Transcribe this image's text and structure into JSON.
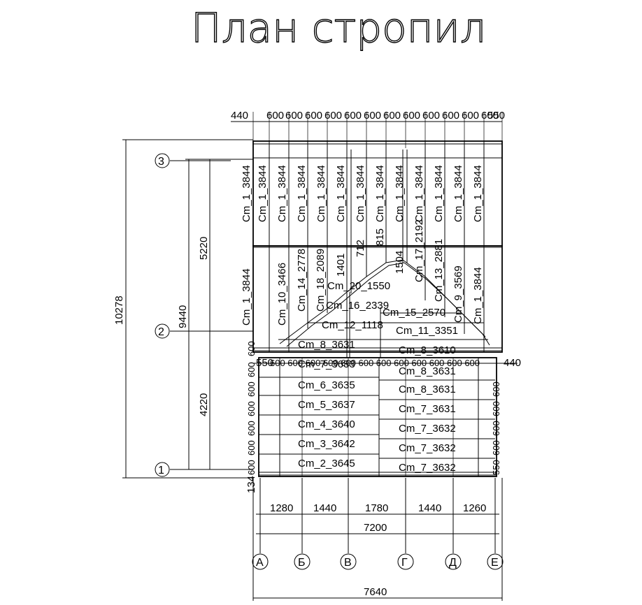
{
  "title": "План стропил",
  "top_dims": [
    "440",
    "600",
    "600",
    "600",
    "600",
    "600",
    "600",
    "600",
    "600",
    "600",
    "600",
    "600",
    "600",
    "600",
    "550"
  ],
  "mid_dims_right": "440",
  "mid_dims_left": "550",
  "overall_dims": {
    "height_total": "10278",
    "height_94": "9440",
    "height_upper": "5220",
    "height_lower": "4220",
    "offset": "134",
    "width_inner": "7200",
    "width_total": "7640",
    "spans": [
      "1280",
      "1440",
      "1780",
      "1440",
      "1260"
    ]
  },
  "row_axes": [
    "3",
    "2",
    "1"
  ],
  "col_axes": [
    "А",
    "Б",
    "В",
    "Г",
    "Д",
    "Е"
  ],
  "upper_rafters": [
    "Cm_1_3844",
    "Cm_1_3844",
    "Cm_1_3844",
    "Cm_1_3844",
    "Cm_1_3844",
    "Cm_1_3844",
    "Cm_1_3844",
    "Cm_1_3844",
    "Cm_1_3844",
    "Cm_1_3844",
    "Cm_1_3844",
    "Cm_1_3844",
    "Cm_1_3844"
  ],
  "middle_labels": {
    "c10": "Cm_10_3466",
    "c14": "Cm_14_2778",
    "c18": "Cm_18_2089",
    "c16": "Cm_16_2339",
    "c12": "Cm_12_1118",
    "c8a": "Cm_8_3631",
    "c11": "Cm_11_3351",
    "c8b": "Cm_8_3610",
    "c9": "Cm_9_3569",
    "c13": "Cm_13_2881",
    "c15": "Cm_15_2570",
    "c17": "Cm_17_2192",
    "c20": "Cm_20_1550",
    "c1r": "Cm_1_3844",
    "c1l": "Cm_1_3844",
    "n1401": "1401",
    "n712": "712",
    "n815": "815",
    "n1504": "1504"
  },
  "lower_left": [
    "Cm_7_3633",
    "Cm_6_3635",
    "Cm_5_3637",
    "Cm_4_3640",
    "Cm_3_3642",
    "Cm_2_3645"
  ],
  "lower_right": [
    "Cm_8_3631",
    "Cm_8_3631",
    "Cm_7_3631",
    "Cm_7_3632",
    "Cm_7_3632",
    "Cm_7_3632"
  ],
  "left_stack": [
    "600",
    "600",
    "600",
    "600",
    "600",
    "600",
    "600"
  ],
  "right_stack": [
    "600",
    "600",
    "600",
    "600",
    "600",
    "550"
  ]
}
